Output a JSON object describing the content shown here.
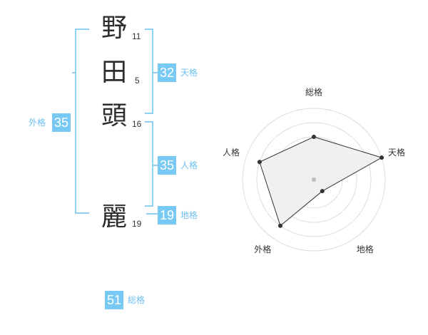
{
  "name": {
    "chars": [
      {
        "char": "野",
        "strokes": "11"
      },
      {
        "char": "田",
        "strokes": "5"
      },
      {
        "char": "頭",
        "strokes": "16"
      },
      {
        "char": "麗",
        "strokes": "19"
      }
    ]
  },
  "fortune": {
    "tenkaku": {
      "value": "32",
      "label": "天格"
    },
    "jinkaku": {
      "value": "35",
      "label": "人格"
    },
    "chikaku": {
      "value": "19",
      "label": "地格"
    },
    "gaikaku": {
      "value": "35",
      "label": "外格"
    },
    "soukaku": {
      "value": "51",
      "label": "総格"
    }
  },
  "radar": {
    "axes": [
      "総格",
      "天格",
      "地格",
      "外格",
      "人格"
    ],
    "levels": 5,
    "values": [
      3,
      5,
      1,
      4,
      4
    ],
    "colors": {
      "grid": "#dddddd",
      "fill": "#eeeeee",
      "line": "#333333",
      "point": "#333333",
      "center": "#bbbbbb"
    }
  }
}
